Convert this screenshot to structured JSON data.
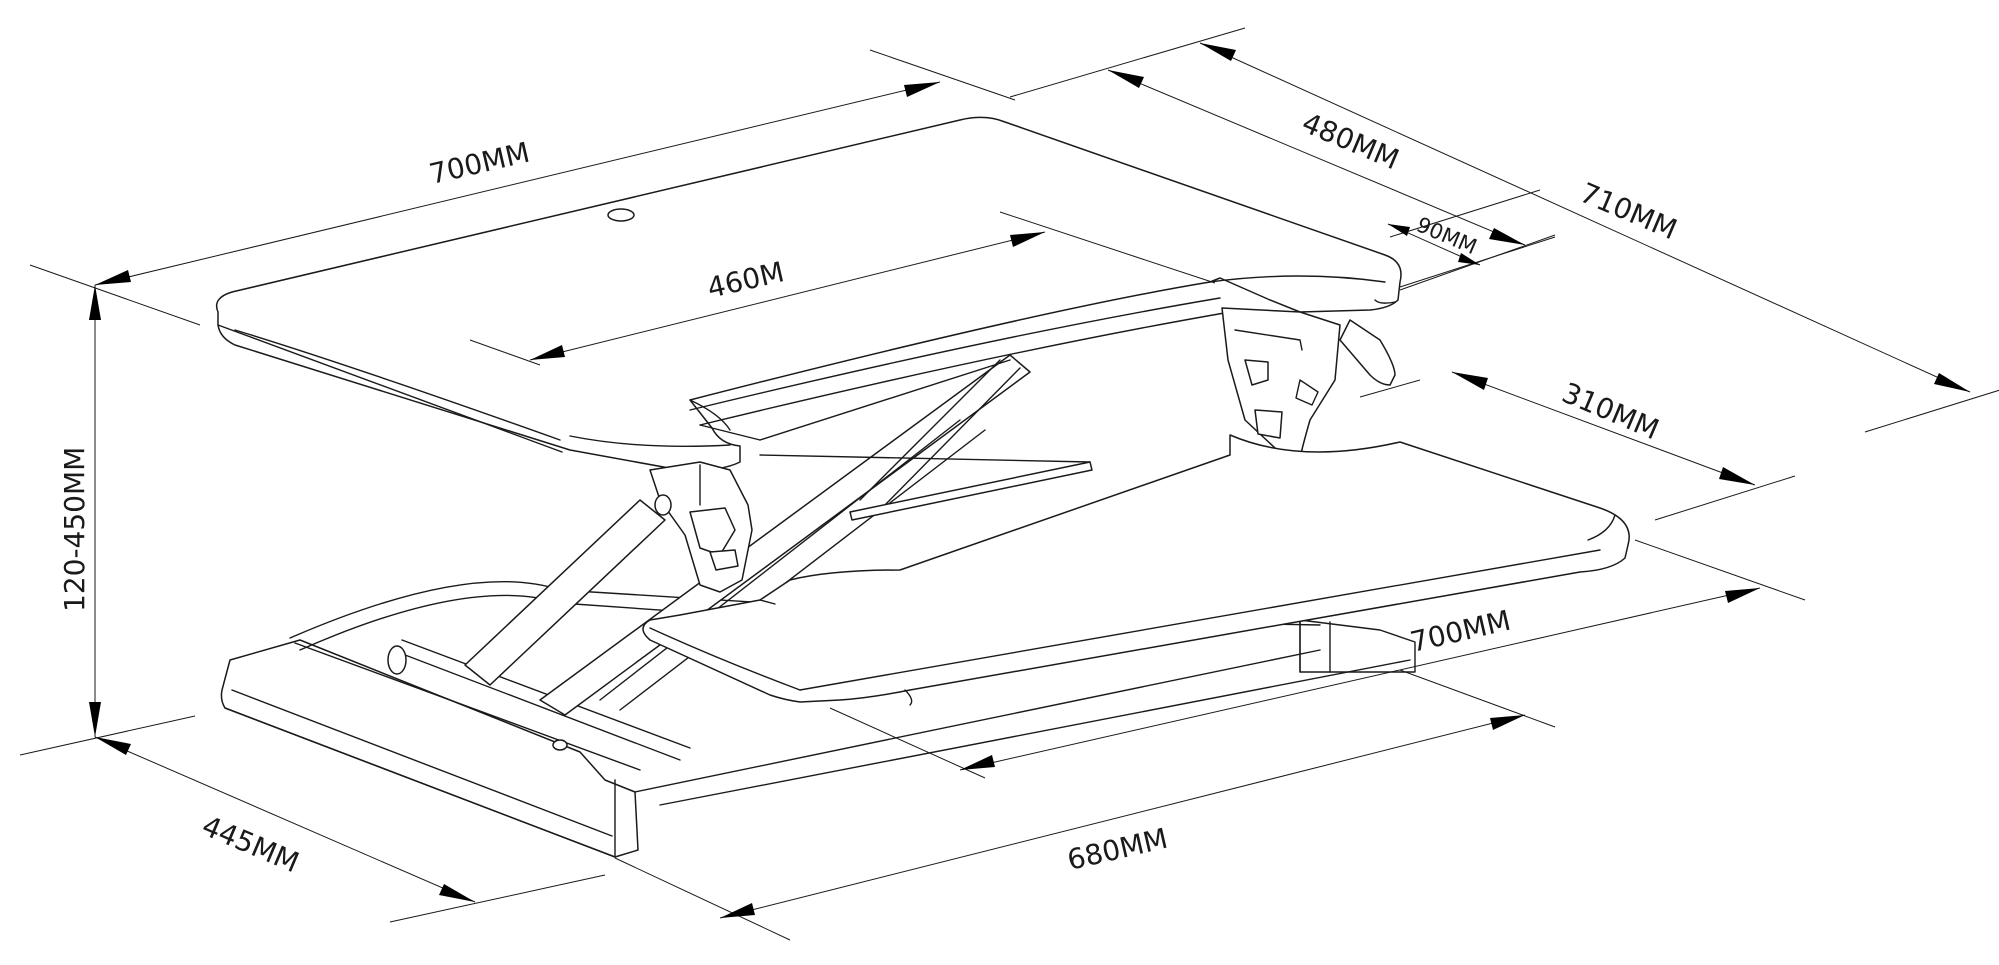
{
  "dimensions": {
    "top_width": "700MM",
    "top_depth_inner": "480MM",
    "overall_depth": "710MM",
    "keyboard_tray_width": "460M",
    "slot_width": "90MM",
    "keyboard_tray_depth": "310MM",
    "keyboard_tray_length": "700MM",
    "base_length": "680MM",
    "base_depth": "445MM",
    "height_range": "120-450MM"
  }
}
